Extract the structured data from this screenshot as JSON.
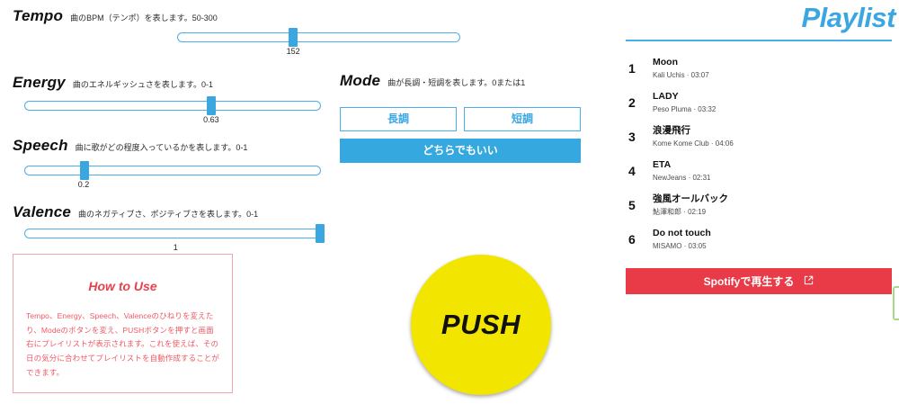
{
  "controls": {
    "tempo": {
      "title": "Tempo",
      "description": "曲のBPM（テンポ）を表します。50-300",
      "value": "152",
      "percent": 41,
      "min": 50,
      "max": 300
    },
    "energy": {
      "title": "Energy",
      "description": "曲のエネルギッシュさを表します。0-1",
      "value": "0.63",
      "percent": 63,
      "min": 0,
      "max": 1
    },
    "speech": {
      "title": "Speech",
      "description": "曲に歌がどの程度入っているかを表します。0-1",
      "value": "0.2",
      "percent": 20,
      "min": 0,
      "max": 1
    },
    "valence": {
      "title": "Valence",
      "description": "曲のネガティブさ、ポジティブさを表します。0-1",
      "value": "1",
      "percent": 100,
      "min": 0,
      "max": 1
    },
    "mode": {
      "title": "Mode",
      "description": "曲が長調・短調を表します。0または1",
      "major_label": "長調",
      "minor_label": "短調",
      "either_label": "どちらでもいい",
      "selected": "either",
      "accent_color": "#35a8e0"
    }
  },
  "howto": {
    "title": "How to Use",
    "body": "Tempo、Energy、Speech、Valenceのひねりを変えたり、Modeのボタンを変え、PUSHボタンを押すと画面右にプレイリストが表示されます。これを使えば、その日の気分に合わせてプレイリストを自動作成することができます。",
    "border_color": "#f1a8ad",
    "text_color": "#ef5a64"
  },
  "push": {
    "label": "PUSH",
    "color": "#f2e500"
  },
  "playlist": {
    "title": "Playlist",
    "accent_color": "#3ba7e0",
    "tracks": [
      {
        "index": "1",
        "name": "Moon",
        "meta": "Kali Uchis · 03:07"
      },
      {
        "index": "2",
        "name": "LADY",
        "meta": "Peso Pluma · 03:32"
      },
      {
        "index": "3",
        "name": "浪漫飛行",
        "meta": "Kome Kome Club · 04:06"
      },
      {
        "index": "4",
        "name": "ETA",
        "meta": "NewJeans · 02:31"
      },
      {
        "index": "5",
        "name": "強風オールバック",
        "meta": "鮎澤和郎 · 02:19"
      },
      {
        "index": "6",
        "name": "Do not touch",
        "meta": "MISAMO · 03:05"
      }
    ],
    "spotify_button": {
      "label": "Spotifyで再生する",
      "icon": "external-link-icon",
      "color": "#e83b47"
    }
  }
}
